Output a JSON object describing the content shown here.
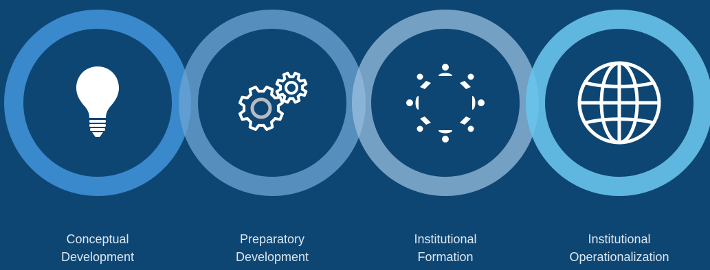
{
  "stages": [
    {
      "label_line1": "Conceptual",
      "label_line2": "Development",
      "icon": "lightbulb-icon",
      "ring_color": "#3d8fd4"
    },
    {
      "label_line1": "Preparatory",
      "label_line2": "Development",
      "icon": "gears-icon",
      "ring_color": "#5a96cb"
    },
    {
      "label_line1": "Institutional",
      "label_line2": "Formation",
      "icon": "people-circle-icon",
      "ring_color": "#7fb0d6"
    },
    {
      "label_line1": "Institutional",
      "label_line2": "Operationalization",
      "icon": "globe-icon",
      "ring_color": "#5ab9e4"
    }
  ],
  "colors": {
    "background": "#0e4673",
    "icon": "#ffffff",
    "label_text": "#dce7f1"
  }
}
